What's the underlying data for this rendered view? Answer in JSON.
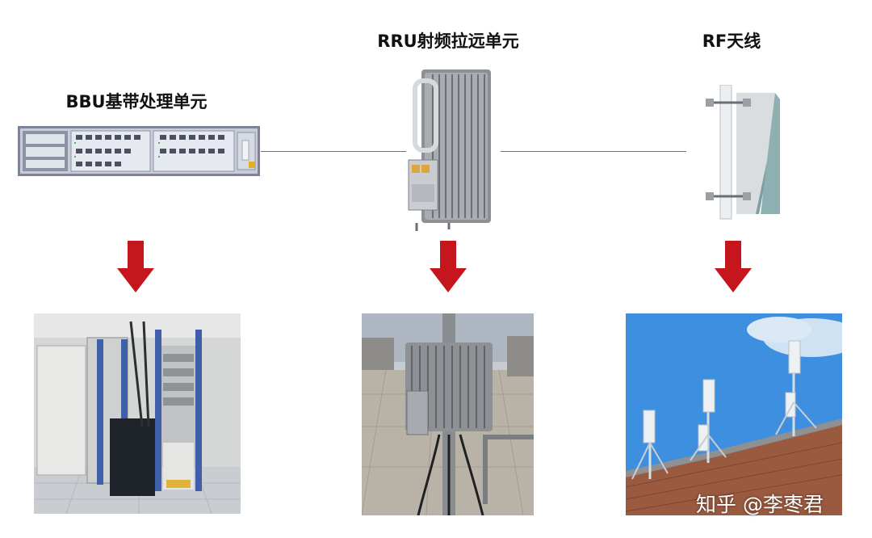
{
  "components": [
    {
      "id": "bbu",
      "title": "BBU基带处理单元"
    },
    {
      "id": "rru",
      "title": "RRU射频拉远单元"
    },
    {
      "id": "antenna",
      "title": "RF天线"
    }
  ],
  "colors": {
    "arrow": "#c4161c",
    "connector": "#5b8a2e"
  },
  "watermark": "知乎 @李枣君"
}
